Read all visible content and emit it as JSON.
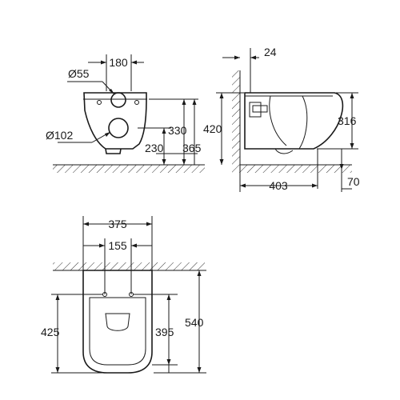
{
  "front_view": {
    "dim_width": "180",
    "dim_inlet_dia": "Ø55",
    "dim_outlet_dia": "Ø102",
    "dim_330": "330",
    "dim_230": "230",
    "dim_365": "365"
  },
  "side_view": {
    "dim_wall_gap": "24",
    "dim_height": "420",
    "dim_316": "316",
    "dim_403": "403",
    "dim_70": "70"
  },
  "top_view": {
    "dim_375": "375",
    "dim_155": "155",
    "dim_425": "425",
    "dim_395": "395",
    "dim_540": "540"
  }
}
